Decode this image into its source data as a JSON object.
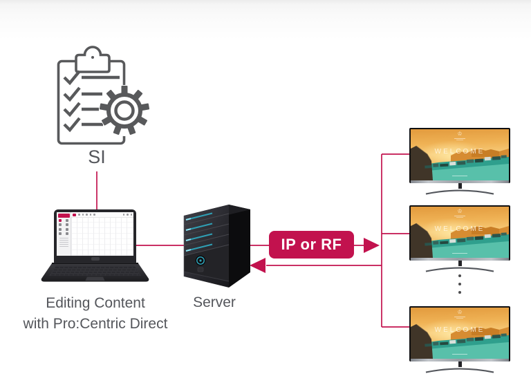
{
  "colors": {
    "accent_red": "#c2124e",
    "label_gray": "#54565b",
    "icon_gray": "#58595b",
    "server_teal": "#2fa9bf",
    "sea_teal": "#3aa893",
    "sky_orange": "#f0b45c"
  },
  "si": {
    "label": "SI",
    "icon": "clipboard-checklist-with-gear"
  },
  "laptop": {
    "caption_line1": "Editing Content",
    "caption_line2": "with Pro:Centric Direct"
  },
  "server": {
    "label": "Server"
  },
  "transport": {
    "label": "IP or RF",
    "to_tvs_icon": "arrow-right",
    "to_server_icon": "arrow-left"
  },
  "tv": {
    "welcome_text": "WELCOME",
    "crest_glyph": "♔",
    "visible_count": 3,
    "more_indicator": "vertical-ellipsis"
  }
}
